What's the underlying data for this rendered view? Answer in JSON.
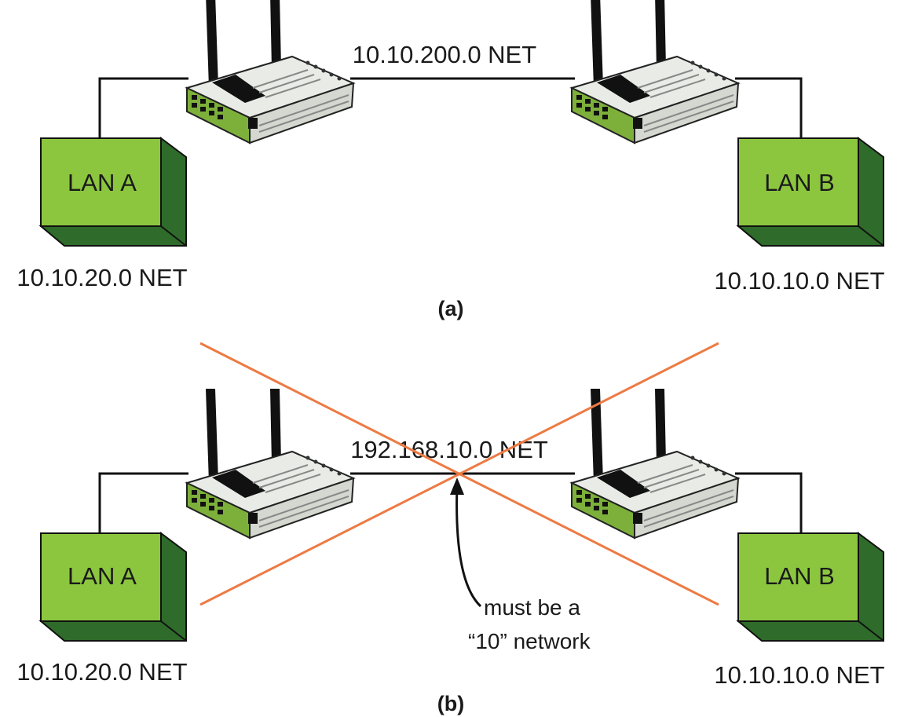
{
  "colors": {
    "lan_front": "#8cc63f",
    "lan_dark": "#2f6b2a",
    "router_body": "#e8ebe6",
    "router_green": "#7db03b",
    "line": "#111111",
    "cross": "#ee7a43"
  },
  "diagram_a": {
    "caption": "(a)",
    "wan_label": "10.10.200.0 NET",
    "lan_left": {
      "name": "LAN A",
      "net": "10.10.20.0 NET"
    },
    "lan_right": {
      "name": "LAN B",
      "net": "10.10.10.0 NET"
    },
    "icons": [
      "router-icon",
      "router-icon"
    ]
  },
  "diagram_b": {
    "caption": "(b)",
    "wan_label": "192.168.10.0 NET",
    "lan_left": {
      "name": "LAN A",
      "net": "10.10.20.0 NET"
    },
    "lan_right": {
      "name": "LAN B",
      "net": "10.10.10.0 NET"
    },
    "note_line1": "must be a",
    "note_line2": "“10” network",
    "crossed_out": true,
    "icons": [
      "router-icon",
      "router-icon",
      "cross-out-mark"
    ]
  }
}
